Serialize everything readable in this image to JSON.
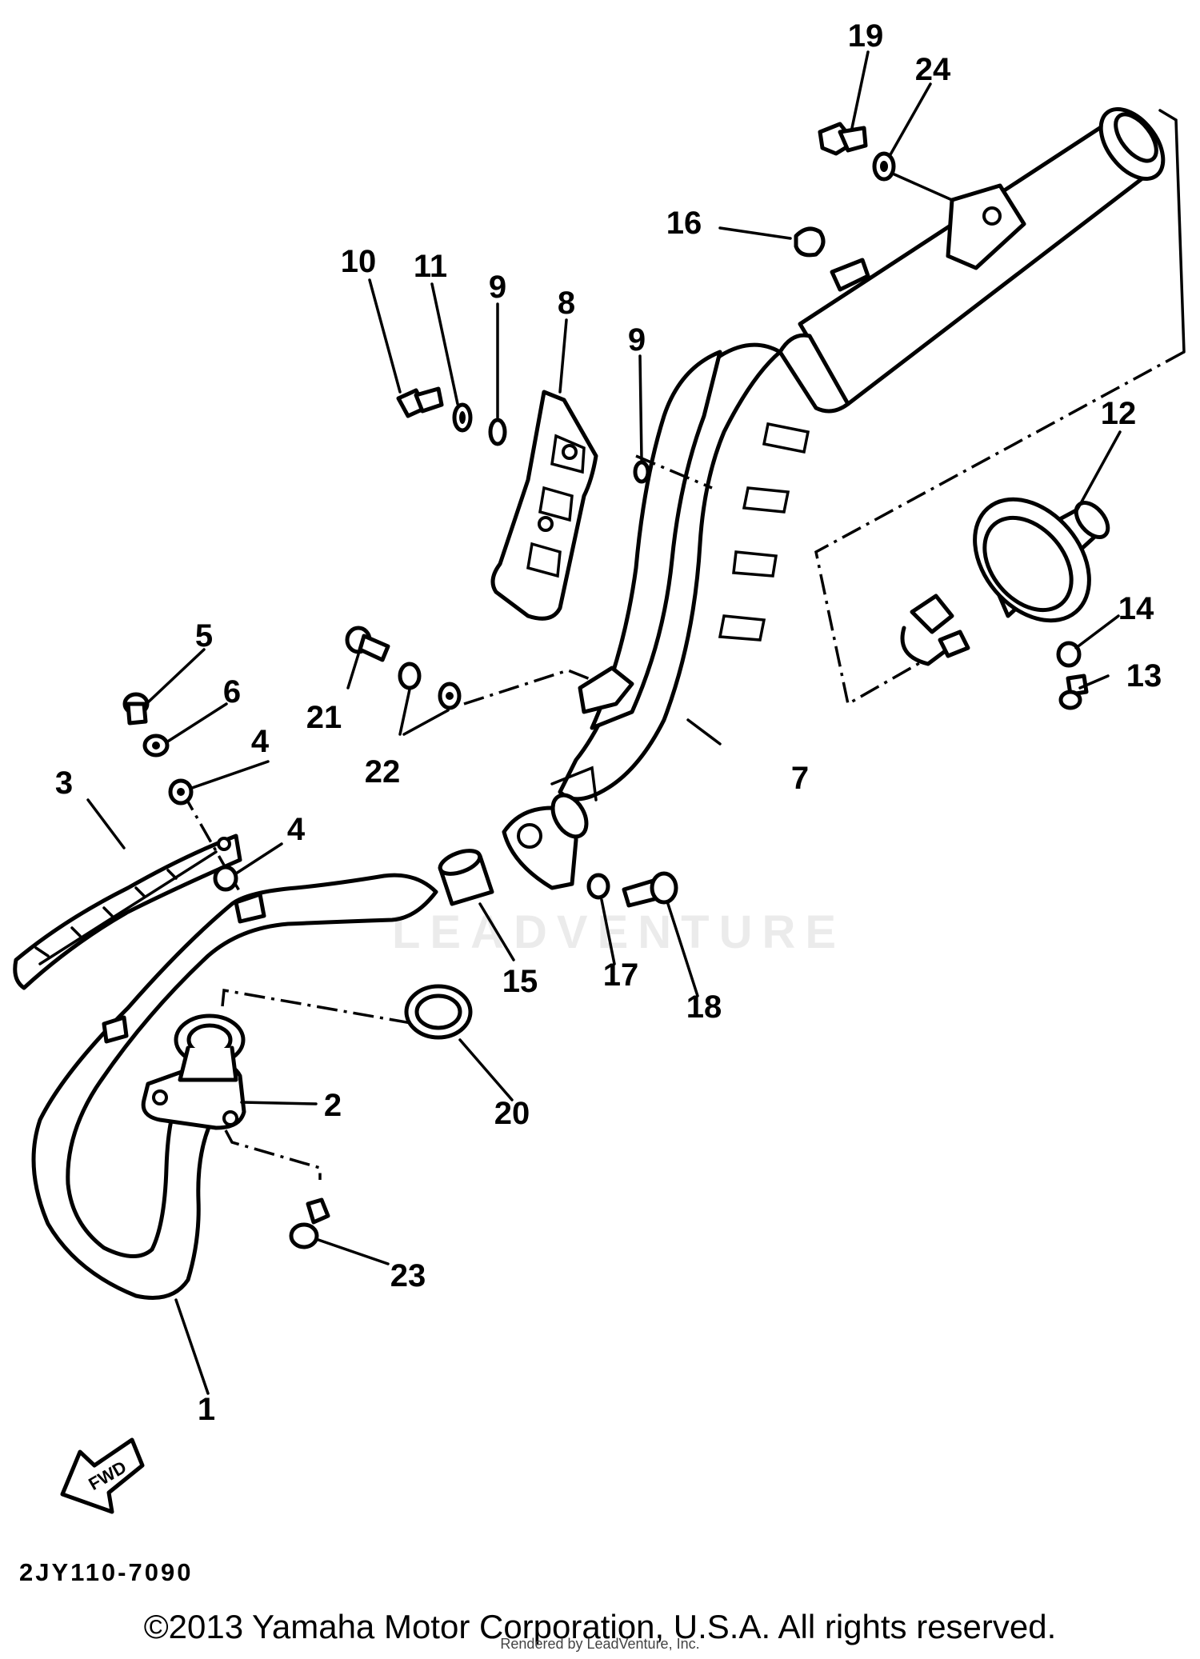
{
  "diagram": {
    "code": "2JY110-7090",
    "copyright": "©2013 Yamaha Motor Corporation, U.S.A. All rights reserved.",
    "render_note": "Rendered by LeadVenture, Inc.",
    "watermark": "LEADVENTURE",
    "direction_label": "FWD",
    "callouts": [
      "1",
      "2",
      "3",
      "4",
      "4",
      "5",
      "6",
      "7",
      "8",
      "9",
      "9",
      "10",
      "11",
      "12",
      "13",
      "14",
      "15",
      "16",
      "17",
      "18",
      "19",
      "20",
      "21",
      "22",
      "23",
      "24"
    ]
  }
}
